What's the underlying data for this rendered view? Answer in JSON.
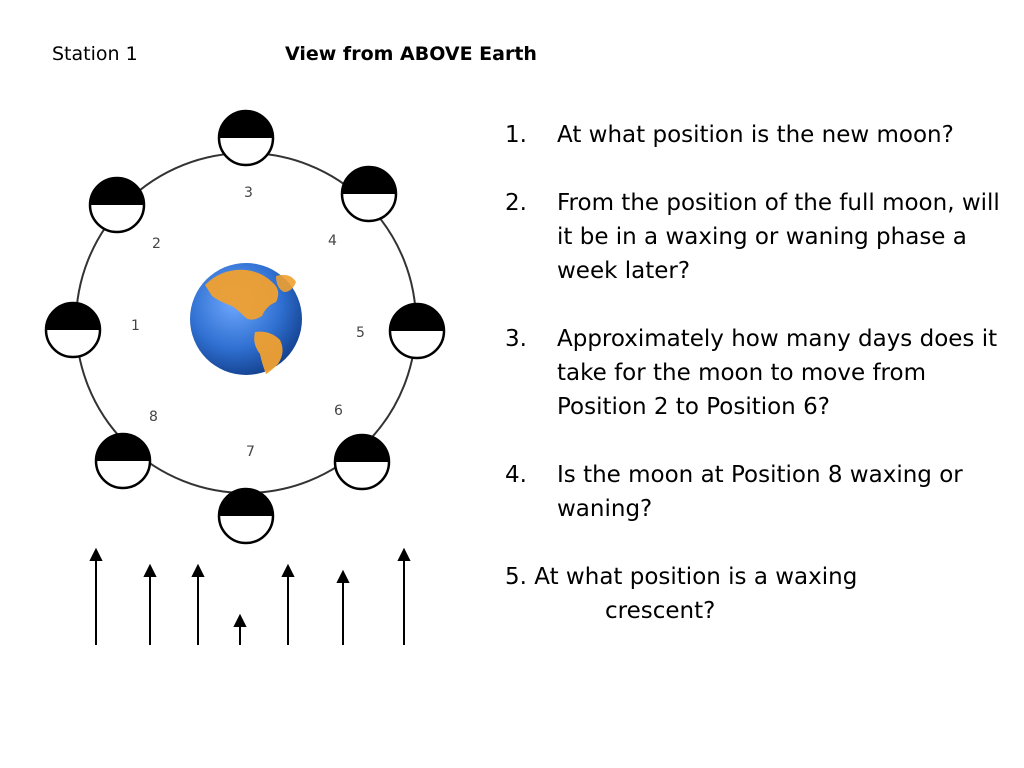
{
  "header": {
    "station": "Station 1",
    "view": "View from ABOVE Earth"
  },
  "diagram": {
    "positions": [
      "1",
      "2",
      "3",
      "4",
      "5",
      "6",
      "7",
      "8"
    ],
    "moon_colors": {
      "dark": "#000000",
      "lit": "#ffffff"
    },
    "earth_colors": {
      "ocean": "#2f6fd0",
      "land": "#f0a030"
    }
  },
  "questions": [
    {
      "num": "1.",
      "text": "At what position is the new moon?"
    },
    {
      "num": "2.",
      "text": "From the position of the full moon, will it be in a waxing or waning phase a week later?"
    },
    {
      "num": "3.",
      "text": "Approximately how many days does it take for the moon to move from Position 2 to Position 6?"
    },
    {
      "num": "4.",
      "text": "Is the moon at Position 8 waxing or waning?"
    },
    {
      "num": "5.",
      "line1": "At what position is a waxing",
      "line2": "crescent?"
    }
  ]
}
